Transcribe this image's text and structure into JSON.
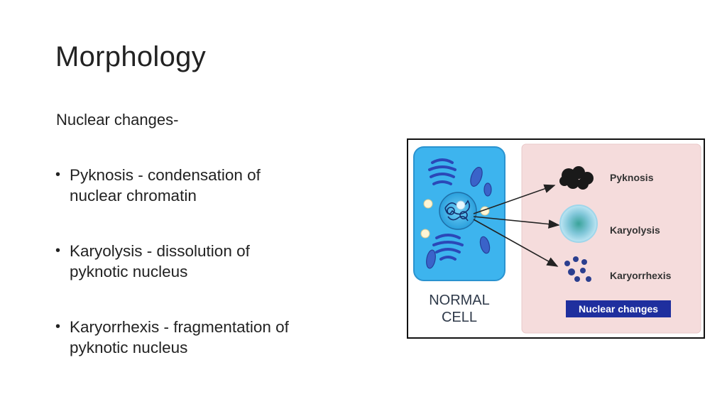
{
  "slide": {
    "title": "Morphology",
    "subtitle": "Nuclear changes-",
    "bullets": [
      {
        "line1": "Pyknosis - condensation of",
        "line2": "nuclear chromatin"
      },
      {
        "line1": "Karyolysis - dissolution of",
        "line2": "pyknotic nucleus"
      },
      {
        "line1": "Karyorrhexis - fragmentation of",
        "line2": "pyknotic nucleus"
      }
    ],
    "bullet_glyph": "•"
  },
  "figure": {
    "normal_cell_line1": "NORMAL",
    "normal_cell_line2": "CELL",
    "pyknosis_label": "Pyknosis",
    "karyolysis_label": "Karyolysis",
    "karyorrhexis_label": "Karyorrhexis",
    "nuclear_changes_label": "Nuclear changes",
    "colors": {
      "cell_fill": "#3db4ee",
      "cell_border": "#2a93d0",
      "panel_bg": "#f5dcdc",
      "label_banner": "#1f2f9e",
      "fragments": "#2b3f8f",
      "pyknosis_blob": "#1a1a1a"
    }
  }
}
